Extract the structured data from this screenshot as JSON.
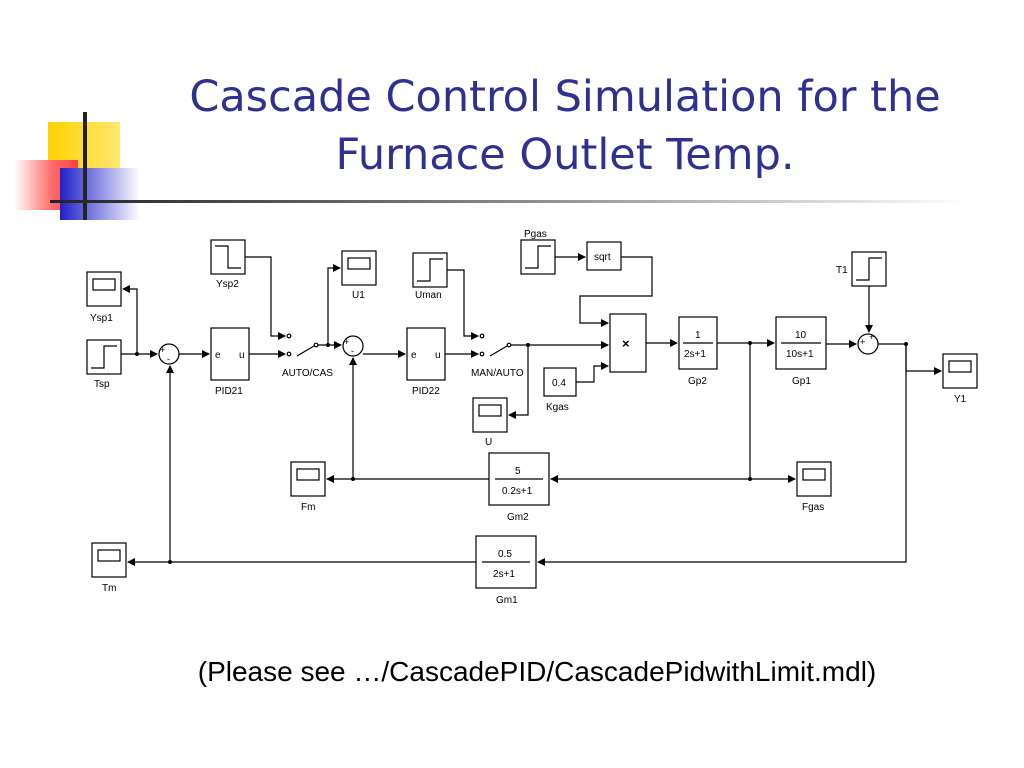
{
  "slide": {
    "title_line1": "Cascade Control Simulation for the",
    "title_line2": "Furnace Outlet Temp.",
    "caption": "(Please see …/CascadePID/CascadePidwithLimit.mdl)"
  },
  "colors": {
    "title": "#2e3192",
    "deco_yellow": "#ffd200",
    "deco_red": "#ff5050",
    "deco_blue": "#2020c8"
  },
  "diagram": {
    "blocks": {
      "ysp1": "Ysp1",
      "tsp": "Tsp",
      "ysp2": "Ysp2",
      "u1": "U1",
      "uman": "Uman",
      "pgas": "Pgas",
      "sqrt": "sqrt",
      "t1": "T1",
      "pid21": "PID21",
      "pid21_e": "e",
      "pid21_u": "u",
      "pid22": "PID22",
      "pid22_e": "e",
      "pid22_u": "u",
      "auto_cas": "AUTO/CAS",
      "man_auto": "MAN/AUTO",
      "kgas_val": "0.4",
      "kgas": "Kgas",
      "u": "U",
      "mult": "×",
      "gp2_num": "1",
      "gp2_den": "2s+1",
      "gp2": "Gp2",
      "gp1_num": "10",
      "gp1_den": "10s+1",
      "gp1": "Gp1",
      "y1": "Y1",
      "fm": "Fm",
      "fgas": "Fgas",
      "gm2_num": "5",
      "gm2_den": "0.2s+1",
      "gm2": "Gm2",
      "tm": "Tm",
      "gm1_num": "0.5",
      "gm1_den": "2s+1",
      "gm1": "Gm1"
    }
  }
}
